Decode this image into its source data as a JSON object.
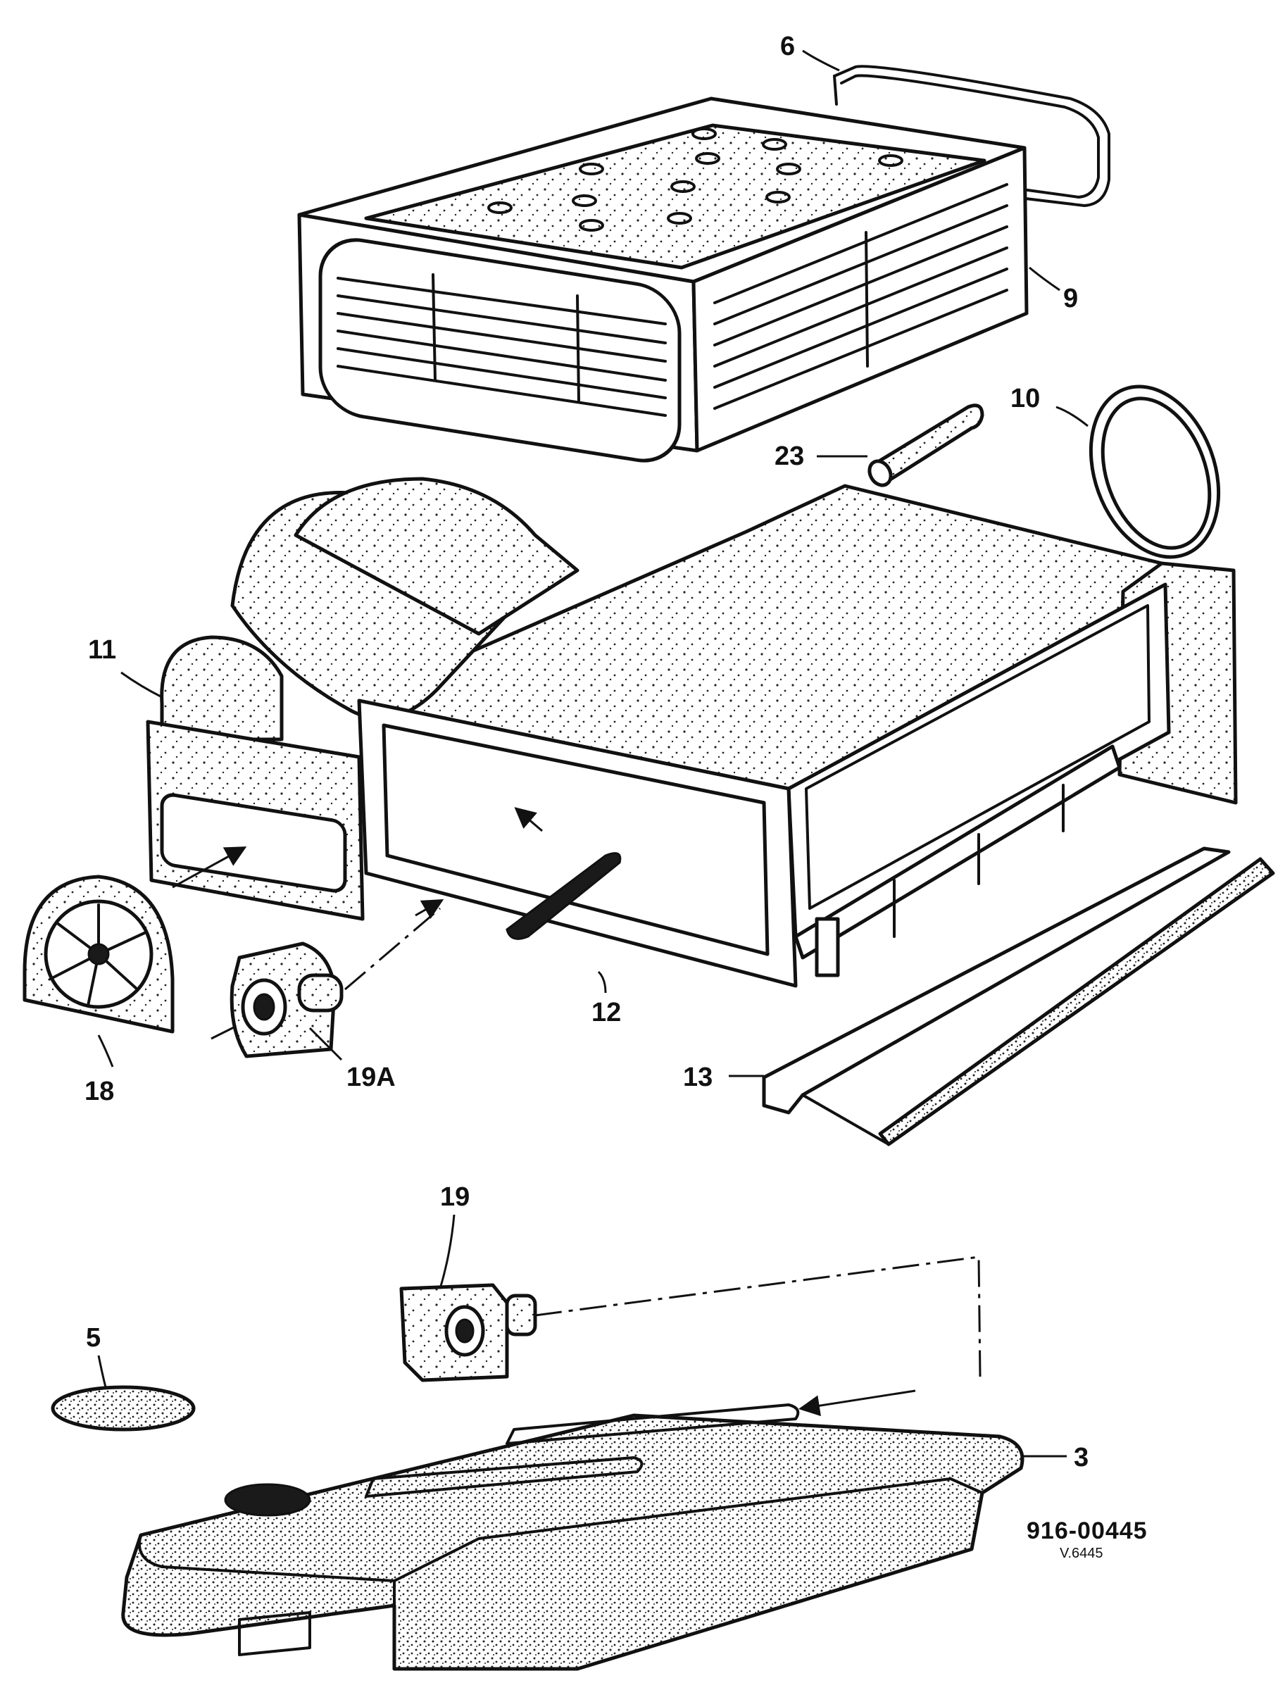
{
  "callouts": {
    "p6": "6",
    "p9": "9",
    "p10": "10",
    "p23": "23",
    "p11": "11",
    "p12": "12",
    "p13": "13",
    "p18": "18",
    "p19a": "19A",
    "p19": "19",
    "p5": "5",
    "p3": "3"
  },
  "drawing_code": "916-00445",
  "drawing_subcode": "V.6445"
}
